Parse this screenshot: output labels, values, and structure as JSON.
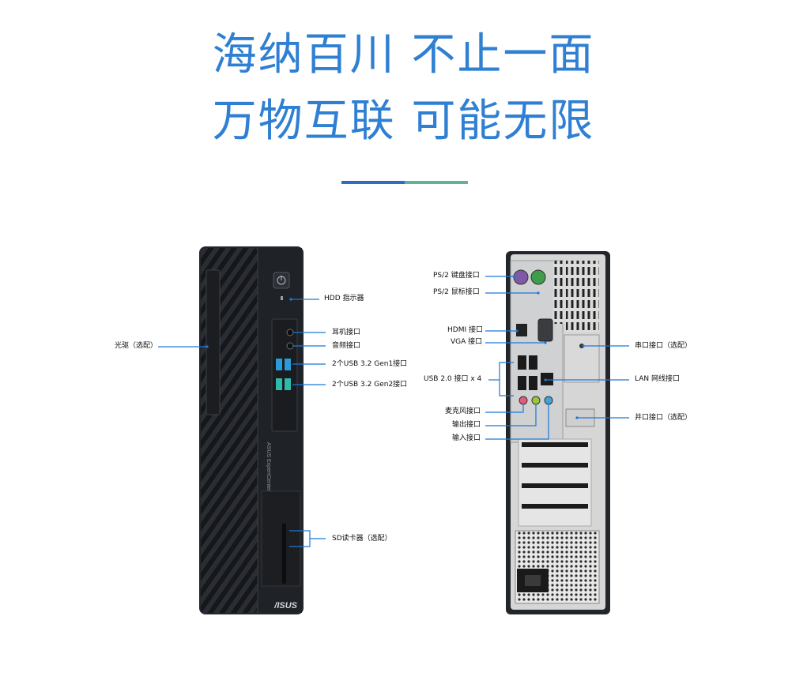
{
  "headline": {
    "line1": "海纳百川 不止一面",
    "line2": "万物互联 可能无限"
  },
  "colors": {
    "headline": "#2f7fd3",
    "accent_blue": "#2d6cc0",
    "accent_green": "#5fb39a",
    "callout_line": "#1e78d6",
    "chassis": "#23262b"
  },
  "front_panel": {
    "brand_vertical": "ASUS ExpertCenter",
    "logo": "/ISUS",
    "labels": {
      "optical_drive": "光驱（选配）",
      "hdd_indicator": "HDD 指示器",
      "headphone": "耳机接口",
      "audio": "音频接口",
      "usb_gen1": "2个USB 3.2 Gen1接口",
      "usb_gen2": "2个USB 3.2 Gen2接口",
      "sd_reader": "SD读卡器（选配）"
    }
  },
  "rear_panel": {
    "labels": {
      "ps2_keyboard": "PS/2 键盘接口",
      "ps2_mouse": "PS/2 鼠标接口",
      "hdmi": "HDMI 接口",
      "vga": "VGA 接口",
      "usb20": "USB 2.0 接口 x 4",
      "mic": "麦克风接口",
      "line_out": "输出接口",
      "line_in": "输入接口",
      "serial": "串口接口（选配）",
      "lan": "LAN 网线接口",
      "parallel": "并口接口（选配）"
    }
  }
}
